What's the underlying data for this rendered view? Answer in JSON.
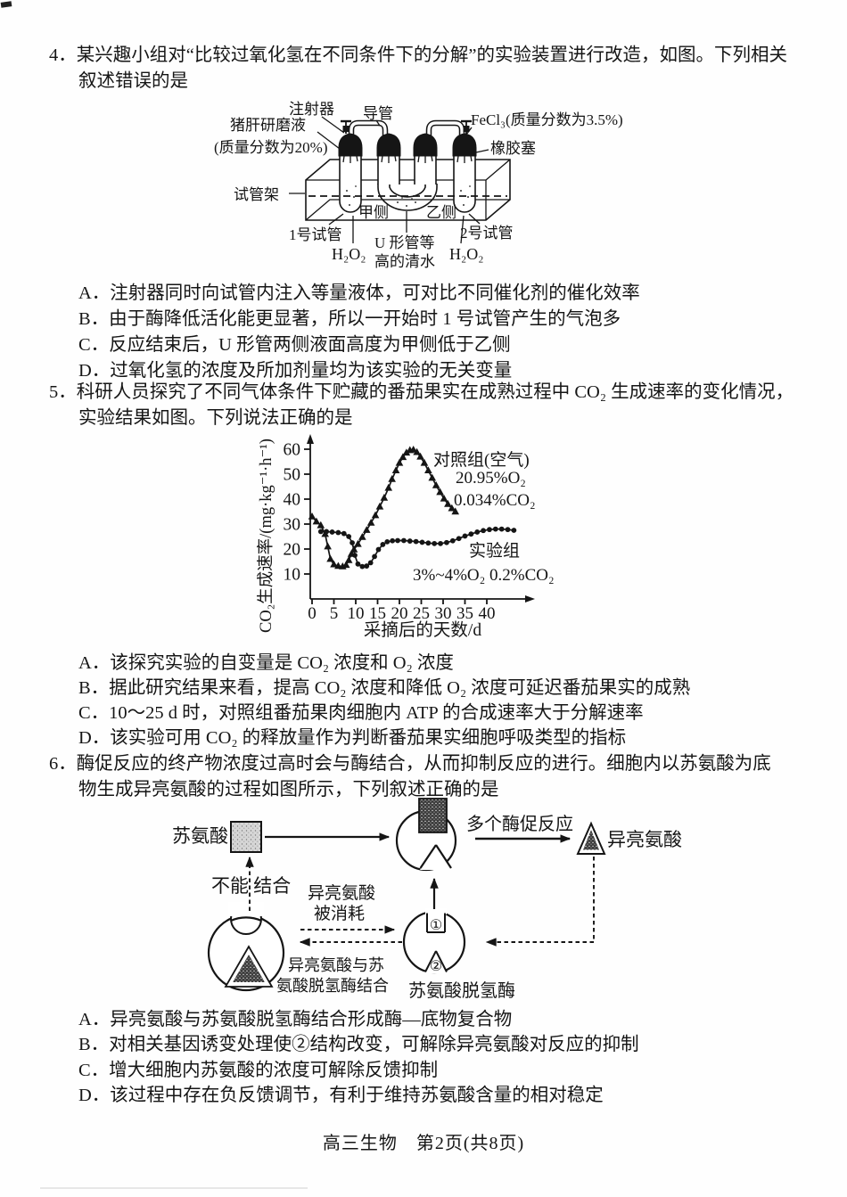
{
  "page": {
    "footer": "高三生物　第2页(共8页)"
  },
  "q4": {
    "stem_line1": "4．某兴趣小组对“比较过氧化氢在不同条件下的分解”的实验装置进行改造，如图。下列相关",
    "stem_line2": "叙述错误的是",
    "options": [
      "A．注射器同时向试管内注入等量液体，可对比不同催化剂的催化效率",
      "B．由于酶降低活化能更显著，所以一开始时 1 号试管产生的气泡多",
      "C．反应结束后，U 形管两侧液面高度为甲侧低于乙侧",
      "D．过氧化氢的浓度及所加剂量均为该实验的无关变量"
    ],
    "diagram": {
      "syringe": "注射器",
      "duct": "导管",
      "fecl3": "FeCl₃(质量分数为3.5%)",
      "liver1": "猪肝研磨液",
      "liver2": "(质量分数为20%)",
      "stopper": "橡胶塞",
      "rack": "试管架",
      "side_a": "甲侧",
      "side_b": "乙侧",
      "tube1": "1号试管",
      "utube1": "U 形管等",
      "utube2": "高的清水",
      "tube2": "2号试管",
      "h2o2_left": "H₂O₂",
      "h2o2_right": "H₂O₂"
    }
  },
  "q5": {
    "stem_line1": "5．科研人员探究了不同气体条件下贮藏的番茄果实在成熟过程中 CO₂ 生成速率的变化情况，",
    "stem_line2": "实验结果如图。下列说法正确的是",
    "options": [
      "A．该探究实验的自变量是 CO₂ 浓度和 O₂ 浓度",
      "B．据此研究结果来看，提高 CO₂ 浓度和降低 O₂ 浓度可延迟番茄果实的成熟",
      "C．10～25 d 时，对照组番茄果肉细胞内 ATP 的合成速率大于分解速率",
      "D．该实验可用 CO₂ 的释放量作为判断番茄果实细胞呼吸类型的指标"
    ]
  },
  "chart_data": {
    "type": "line",
    "title": "",
    "xlabel": "采摘后的天数/d",
    "ylabel": "CO₂生成速率/(mg·kg⁻¹·h⁻¹)",
    "x_ticks": [
      0,
      5,
      10,
      15,
      20,
      25,
      30,
      35,
      40
    ],
    "y_ticks": [
      10,
      20,
      30,
      40,
      50,
      60
    ],
    "xlim": [
      0,
      47
    ],
    "ylim": [
      0,
      65
    ],
    "grid": false,
    "legend_position": "inside-right",
    "legend": {
      "control_label": "对照组(空气)",
      "control_line2": "20.95%O₂",
      "control_line3": "0.034%CO₂",
      "exp_label": "实验组",
      "exp_line2": "3%~4%O₂  0.2%CO₂"
    },
    "series": [
      {
        "name": "对照组(空气) 20.95%O₂ 0.034%CO₂",
        "marker": "triangle",
        "points": [
          [
            0,
            33
          ],
          [
            1,
            31
          ],
          [
            2,
            29.5
          ],
          [
            3,
            26
          ],
          [
            3.6,
            21
          ],
          [
            4.2,
            16
          ],
          [
            5,
            13.8
          ],
          [
            6,
            13.2
          ],
          [
            7,
            13
          ],
          [
            7.8,
            13.6
          ],
          [
            8.4,
            15.5
          ],
          [
            9,
            18
          ],
          [
            9.6,
            19.8
          ],
          [
            10.5,
            22
          ],
          [
            11.5,
            24.8
          ],
          [
            12.5,
            27.6
          ],
          [
            13.5,
            30.5
          ],
          [
            14.5,
            33.5
          ],
          [
            15.5,
            37
          ],
          [
            16.5,
            40.5
          ],
          [
            17.5,
            44.5
          ],
          [
            18.3,
            48
          ],
          [
            19.2,
            51.5
          ],
          [
            20,
            54.5
          ],
          [
            20.8,
            56.8
          ],
          [
            21.6,
            58.6
          ],
          [
            22.4,
            59.6
          ],
          [
            23.2,
            59.8
          ],
          [
            24,
            58.8
          ],
          [
            24.8,
            57
          ],
          [
            25.7,
            54.5
          ],
          [
            26.6,
            51.5
          ],
          [
            27.5,
            48.5
          ],
          [
            28.4,
            45.5
          ],
          [
            29.3,
            42.8
          ],
          [
            30.2,
            40.2
          ],
          [
            31.1,
            38
          ],
          [
            32,
            36.3
          ],
          [
            32.8,
            35
          ]
        ]
      },
      {
        "name": "实验组 3%~4%O₂ 0.2%CO₂",
        "marker": "circle",
        "points": [
          [
            2,
            27
          ],
          [
            3.3,
            27
          ],
          [
            4.6,
            26.8
          ],
          [
            6,
            26.6
          ],
          [
            7.3,
            26.2
          ],
          [
            8.4,
            25
          ],
          [
            9.2,
            22.5
          ],
          [
            9.8,
            17.5
          ],
          [
            10.5,
            14
          ],
          [
            11.5,
            13
          ],
          [
            12.5,
            13.2
          ],
          [
            13.4,
            14.5
          ],
          [
            14.3,
            17
          ],
          [
            15.2,
            19.8
          ],
          [
            16.2,
            21.8
          ],
          [
            17.2,
            22.9
          ],
          [
            18.4,
            23.3
          ],
          [
            19.6,
            23.4
          ],
          [
            21,
            23.4
          ],
          [
            22.4,
            23.2
          ],
          [
            23.8,
            23
          ],
          [
            25.2,
            22.7
          ],
          [
            26.6,
            22.4
          ],
          [
            28,
            22.2
          ],
          [
            29.4,
            22.2
          ],
          [
            30.8,
            22.6
          ],
          [
            32.2,
            23.3
          ],
          [
            33.6,
            24.2
          ],
          [
            35,
            25.2
          ],
          [
            36.4,
            26
          ],
          [
            37.8,
            26.8
          ],
          [
            39.2,
            27.4
          ],
          [
            40.6,
            27.8
          ],
          [
            42,
            28
          ],
          [
            43.4,
            28
          ],
          [
            44.8,
            27.8
          ],
          [
            46.2,
            27.5
          ]
        ]
      }
    ]
  },
  "q6": {
    "stem_line1": "6．酶促反应的终产物浓度过高时会与酶结合，从而抑制反应的进行。细胞内以苏氨酸为底",
    "stem_line2": "物生成异亮氨酸的过程如图所示，下列叙述正确的是",
    "options": [
      "A．异亮氨酸与苏氨酸脱氢酶结合形成酶—底物复合物",
      "B．对相关基因诱变处理使②结构改变，可解除异亮氨酸对反应的抑制",
      "C．增大细胞内苏氨酸的浓度可解除反馈抑制",
      "D．该过程中存在负反馈调节，有利于维持苏氨酸含量的相对稳定"
    ],
    "diagram": {
      "threonine": "苏氨酸",
      "multi_reaction": "多个酶促反应",
      "isoleucine": "异亮氨酸",
      "cannot_bind": "不能 结合",
      "consumed1": "异亮氨酸",
      "consumed2": "被消耗",
      "bind1": "异亮氨酸与苏",
      "bind2": "氨酸脱氢酶结合",
      "enzyme": "苏氨酸脱氢酶",
      "site1": "①",
      "site2": "②"
    }
  }
}
